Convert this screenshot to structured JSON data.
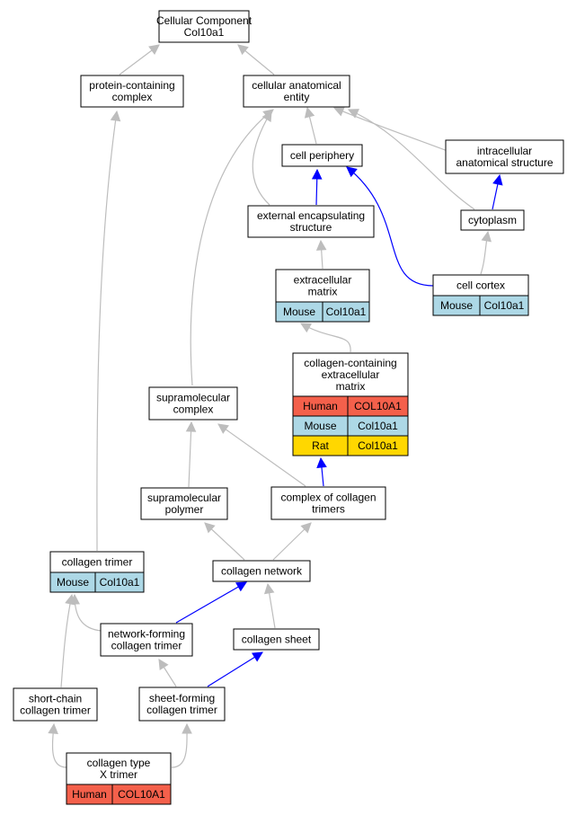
{
  "colors": {
    "mouse": "#add8e6",
    "human": "#f4604b",
    "rat": "#ffd700",
    "grey_edge": "#bdbdbd",
    "blue_edge": "#0000ff"
  },
  "nodes": {
    "root": {
      "lines": [
        "Cellular Component",
        "Col10a1"
      ]
    },
    "protein_complex": {
      "lines": [
        "protein-containing",
        "complex"
      ]
    },
    "anatomical_entity": {
      "lines": [
        "cellular anatomical",
        "entity"
      ]
    },
    "cell_periphery": {
      "lines": [
        "cell periphery"
      ]
    },
    "intracellular": {
      "lines": [
        "intracellular",
        "anatomical structure"
      ]
    },
    "external_encapsulating": {
      "lines": [
        "external encapsulating",
        "structure"
      ]
    },
    "cytoplasm": {
      "lines": [
        "cytoplasm"
      ]
    },
    "extracellular_matrix": {
      "lines": [
        "extracellular",
        "matrix"
      ],
      "annotations": [
        [
          "Mouse",
          "Col10a1"
        ]
      ]
    },
    "cell_cortex": {
      "lines": [
        "cell cortex"
      ],
      "annotations": [
        [
          "Mouse",
          "Col10a1"
        ]
      ]
    },
    "collagen_ecm": {
      "lines": [
        "collagen-containing",
        "extracellular",
        "matrix"
      ],
      "annotations": [
        [
          "Human",
          "COL10A1"
        ],
        [
          "Mouse",
          "Col10a1"
        ],
        [
          "Rat",
          "Col10a1"
        ]
      ]
    },
    "supramolecular_complex": {
      "lines": [
        "supramolecular",
        "complex"
      ]
    },
    "supramolecular_polymer": {
      "lines": [
        "supramolecular",
        "polymer"
      ]
    },
    "complex_collagen_trimers": {
      "lines": [
        "complex of collagen",
        "trimers"
      ]
    },
    "collagen_trimer": {
      "lines": [
        "collagen trimer"
      ],
      "annotations": [
        [
          "Mouse",
          "Col10a1"
        ]
      ]
    },
    "collagen_network": {
      "lines": [
        "collagen network"
      ]
    },
    "network_forming": {
      "lines": [
        "network-forming",
        "collagen trimer"
      ]
    },
    "collagen_sheet": {
      "lines": [
        "collagen sheet"
      ]
    },
    "short_chain": {
      "lines": [
        "short-chain",
        "collagen trimer"
      ]
    },
    "sheet_forming": {
      "lines": [
        "sheet-forming",
        "collagen trimer"
      ]
    },
    "collagen_x": {
      "lines": [
        "collagen type",
        "X trimer"
      ],
      "annotations": [
        [
          "Human",
          "COL10A1"
        ]
      ]
    }
  }
}
